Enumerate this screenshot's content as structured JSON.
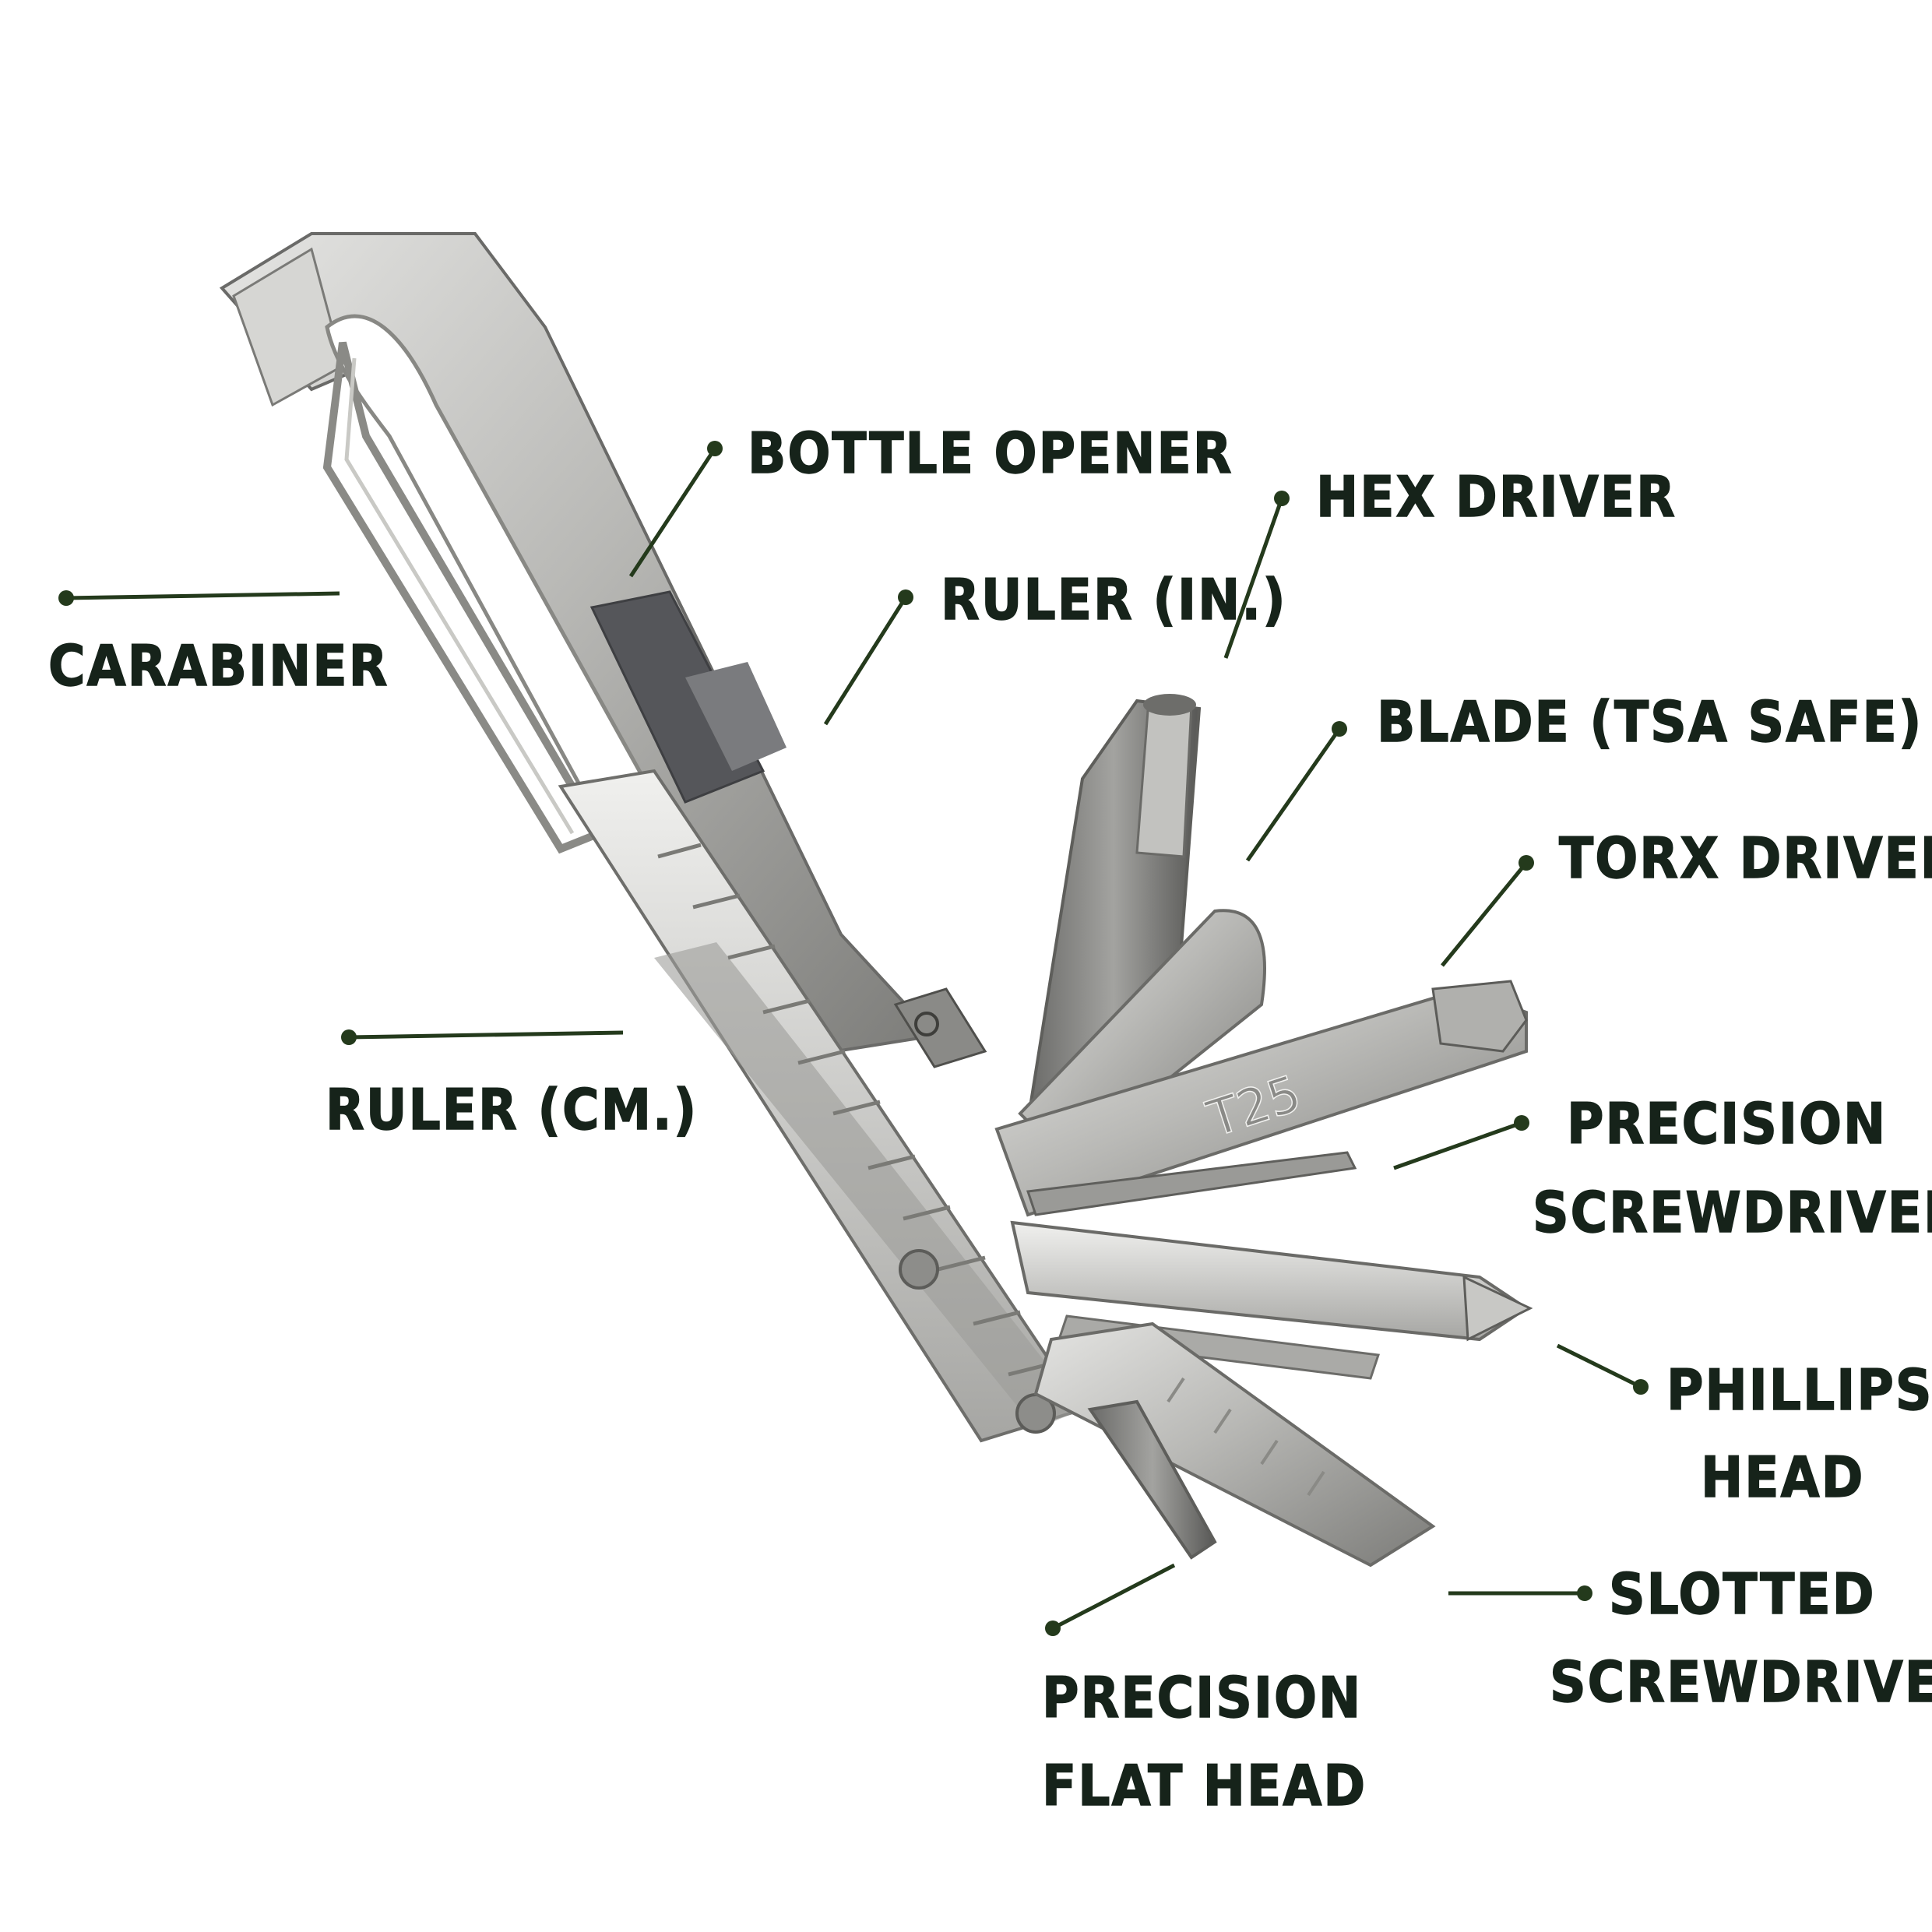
{
  "accent_color": "#243a1c",
  "text_color": "#16231a",
  "labels": {
    "bottle_opener": "BOTTLE OPENER",
    "hex_driver": "HEX DRIVER",
    "ruler_in": "RULER (IN.)",
    "carabiner": "CARABINER",
    "blade": "BLADE (TSA SAFE)",
    "torx_driver": "TORX DRIVER",
    "ruler_cm": "RULER (CM.)",
    "precision_screwdriver_1": "PRECISION",
    "precision_screwdriver_2": "SCREWDRIVER",
    "phillips_head_1": "PHILLIPS",
    "phillips_head_2": "HEAD",
    "slotted_screwdriver_1": "SLOTTED",
    "slotted_screwdriver_2": "SCREWDRIVER",
    "precision_flat_head_1": "PRECISION",
    "precision_flat_head_2": "FLAT HEAD"
  },
  "tool_engraving": "T25"
}
